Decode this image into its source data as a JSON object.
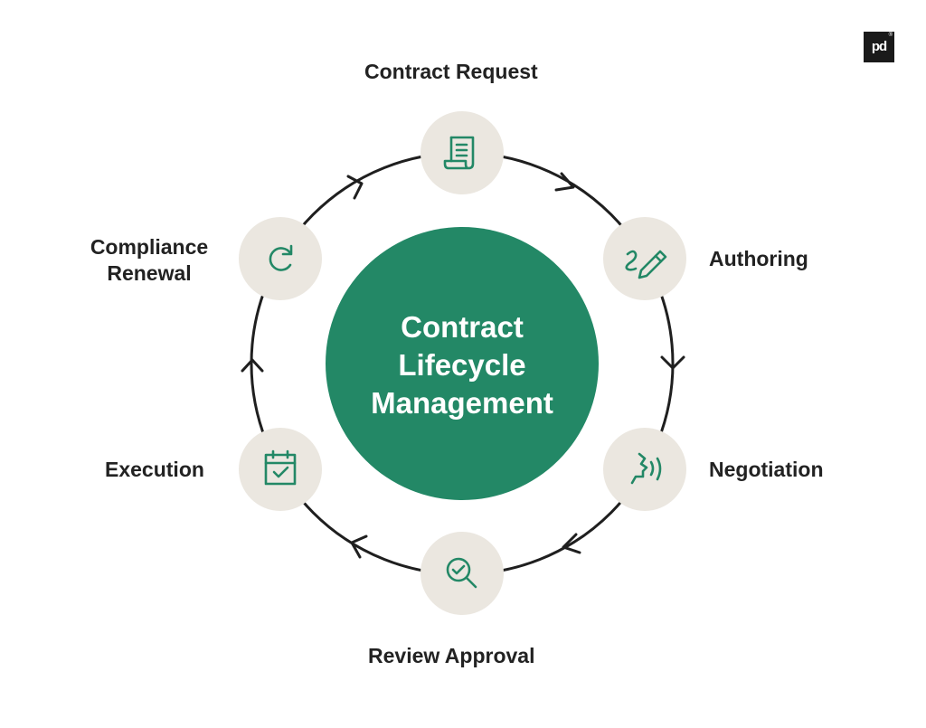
{
  "center": {
    "lines": [
      "Contract",
      "Lifecycle",
      "Management"
    ],
    "color": "#238866"
  },
  "stages": [
    {
      "label": "Contract Request",
      "icon": "document-scroll-icon"
    },
    {
      "label": "Authoring",
      "icon": "pencil-squiggle-icon"
    },
    {
      "label": "Negotiation",
      "icon": "speaking-head-icon"
    },
    {
      "label": "Review Approval",
      "icon": "magnifier-check-icon"
    },
    {
      "label": "Execution",
      "icon": "calendar-check-icon"
    },
    {
      "label": "Compliance Renewal",
      "label_lines": [
        "Compliance",
        "Renewal"
      ],
      "icon": "refresh-icon"
    }
  ],
  "logo": {
    "text": "pd",
    "registered": "®"
  },
  "colors": {
    "accent": "#238866",
    "node_fill": "#ebe7e0",
    "ring": "#1f1f1f",
    "text": "#222222"
  }
}
